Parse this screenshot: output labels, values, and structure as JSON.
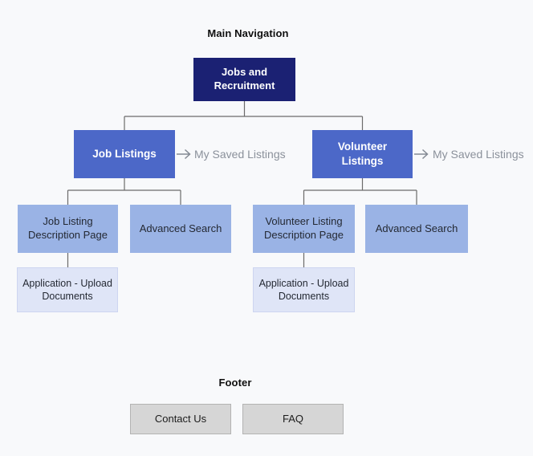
{
  "main_nav": {
    "title": "Main Navigation",
    "root": {
      "label": "Jobs and Recruitment"
    },
    "job_branch": {
      "listings_label": "Job Listings",
      "saved_label": "My Saved Listings",
      "description_label": "Job Listing Description Page",
      "advanced_search_label": "Advanced Search",
      "application_label": "Application - Upload Documents"
    },
    "volunteer_branch": {
      "listings_label": "Volunteer Listings",
      "saved_label": "My Saved Listings",
      "description_label": "Volunteer Listing Description Page",
      "advanced_search_label": "Advanced Search",
      "application_label": "Application - Upload Documents"
    }
  },
  "footer": {
    "title": "Footer",
    "contact_label": "Contact Us",
    "faq_label": "FAQ"
  },
  "icons": {
    "arrow_right": "arrow-right-icon"
  },
  "colors": {
    "background": "#f8f9fb",
    "root_box": "#1b2173",
    "level2_box": "#4c68c8",
    "level3_box": "#9ab3e5",
    "level4_box": "#dfe5f7",
    "footer_box": "#d6d6d6",
    "connector_line": "#6b6b6b",
    "saved_text": "#8b919b"
  }
}
